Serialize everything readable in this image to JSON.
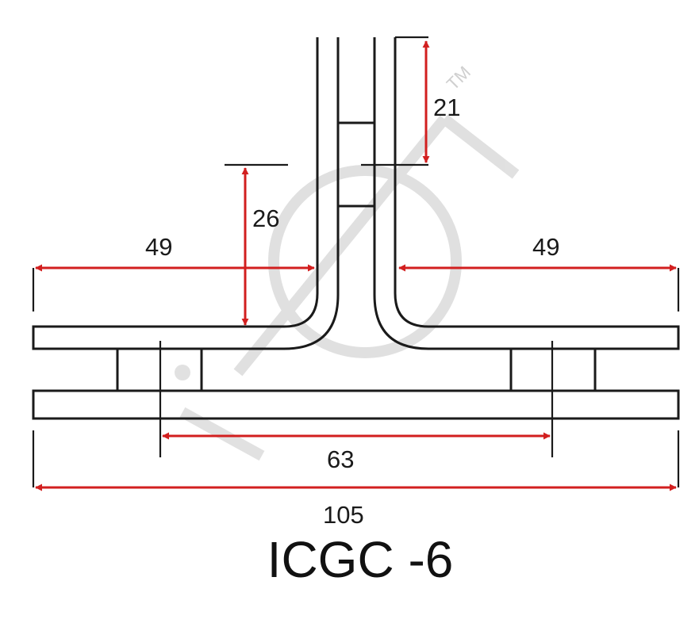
{
  "title": "ICGC -6",
  "watermark": {
    "text": "TM"
  },
  "dimensions": {
    "top_right_height": "21",
    "left_height": "26",
    "left_width": "49",
    "right_width": "49",
    "hole_spacing": "63",
    "overall_width": "105"
  },
  "colors": {
    "outline": "#1a1a1a",
    "dimension": "#d21f1f",
    "watermark": "#cfcfcf"
  }
}
